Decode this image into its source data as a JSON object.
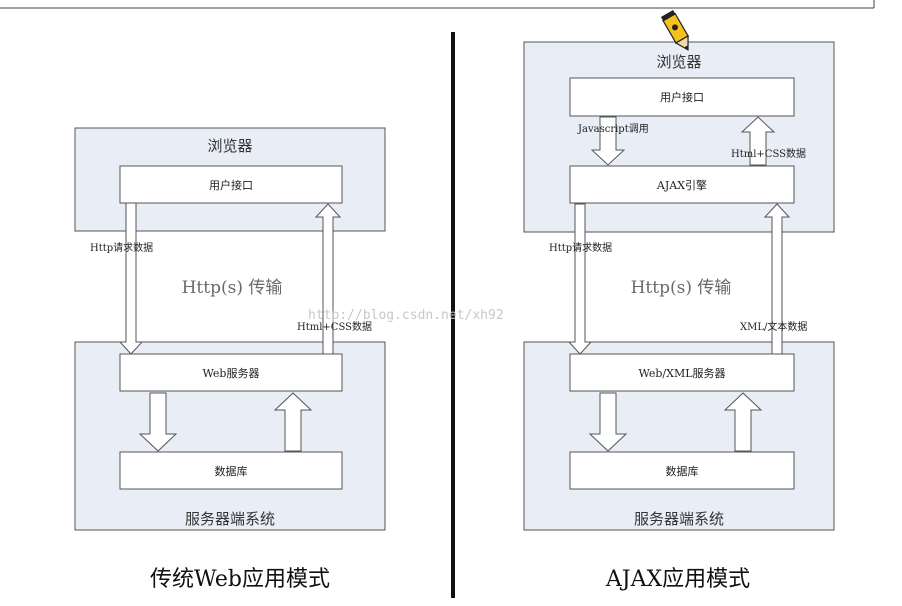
{
  "traditional": {
    "browser_title": "浏览器",
    "user_interface": "用户接口",
    "request_label": "Http请求数据",
    "transfer_label": "Http(s) 传输",
    "response_label": "Html+CSS数据",
    "server_box": "Web服务器",
    "database_box": "数据库",
    "server_title": "服务器端系统",
    "caption": "传统Web应用模式"
  },
  "ajax": {
    "browser_title": "浏览器",
    "user_interface": "用户接口",
    "js_call_label": "Javascript调用",
    "response_label": "Html+CSS数据",
    "engine_box": "AJAX引擎",
    "request_label": "Http请求数据",
    "transfer_label": "Http(s) 传输",
    "xml_label": "XML/文本数据",
    "server_box": "Web/XML服务器",
    "database_box": "数据库",
    "server_title": "服务器端系统",
    "caption": "AJAX应用模式"
  },
  "watermark": "http://blog.csdn.net/xh92",
  "colors": {
    "zone_fill": "#e8edf6",
    "box_fill": "#ffffff",
    "stroke": "#555555",
    "divider": "#111111"
  },
  "icons": {
    "pencil": "pencil-icon"
  }
}
